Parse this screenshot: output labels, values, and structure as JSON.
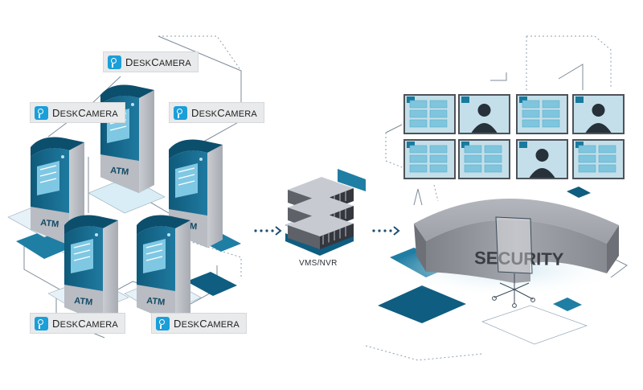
{
  "brand_label": {
    "first_initial": "D",
    "first_rest": "ESK",
    "second_initial": "C",
    "second_rest": "AMERA"
  },
  "atm_label": "ATM",
  "server_label": "VMS/NVR",
  "desk_label": "SECURITY",
  "icons": [
    "desk-camera-logo-icon",
    "atm-machine-icon",
    "server-rack-icon",
    "video-wall-monitor-icon",
    "person-silhouette-icon",
    "office-chair-icon"
  ],
  "colors": {
    "accent": "#1a7a9e",
    "teal_dark": "#0e5d7e",
    "panel": "#c4dfe9",
    "desk_gray": "#8e9096",
    "line": "#6b7d8e"
  },
  "monitors": [
    {
      "type": "grid"
    },
    {
      "type": "person"
    },
    {
      "type": "grid"
    },
    {
      "type": "person"
    },
    {
      "type": "grid"
    },
    {
      "type": "grid"
    },
    {
      "type": "person"
    },
    {
      "type": "grid"
    }
  ]
}
